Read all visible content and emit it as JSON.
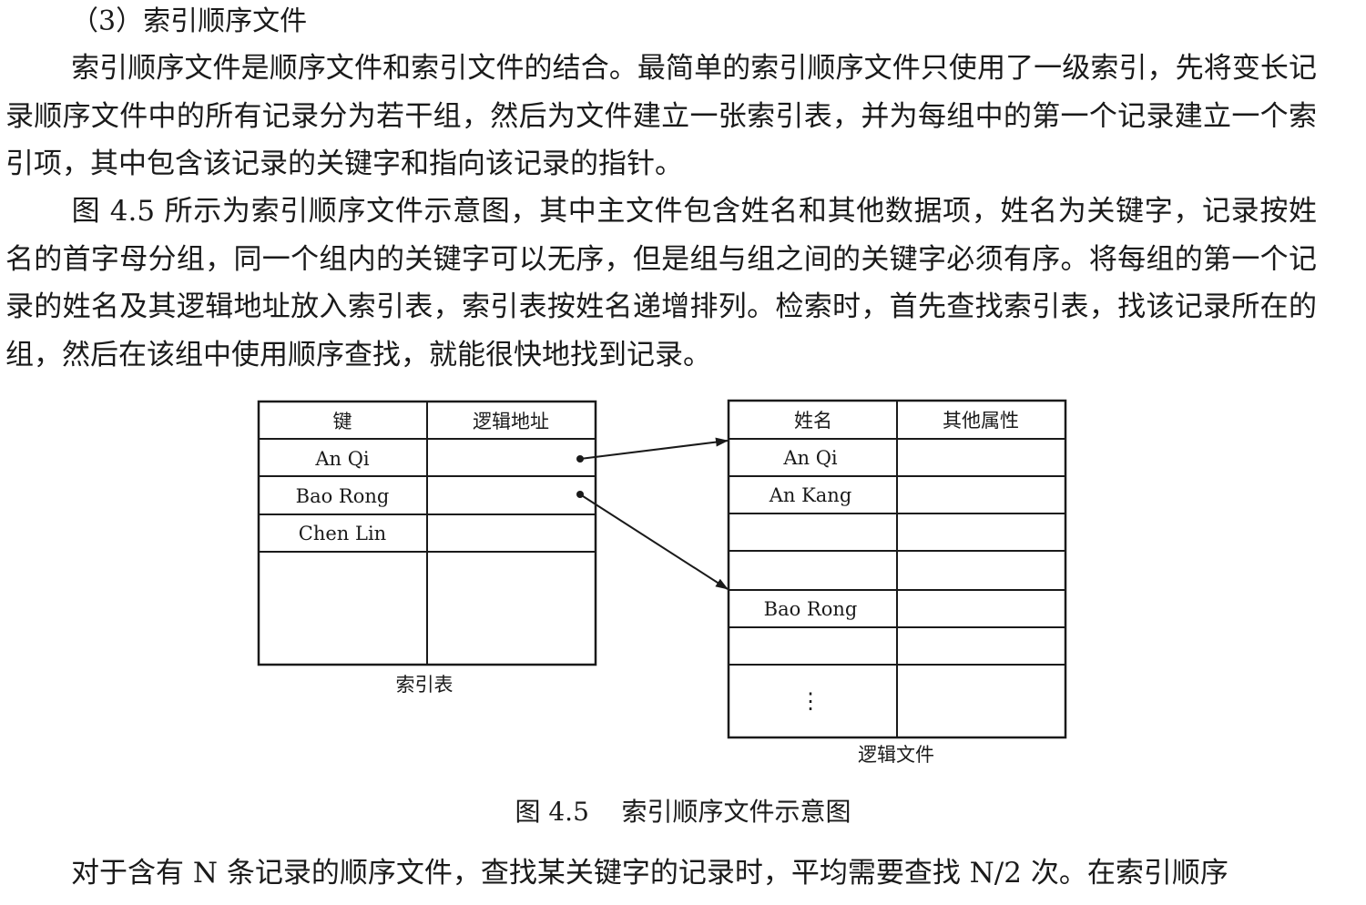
{
  "heading": "（3）索引顺序文件",
  "paragraphs": [
    "索引顺序文件是顺序文件和索引文件的结合。最简单的索引顺序文件只使用了一级索引，先将变长记录顺序文件中的所有记录分为若干组，然后为文件建立一张索引表，并为每组中的第一个记录建立一个索引项，其中包含该记录的关键字和指向该记录的指针。",
    "图 4.5 所示为索引顺序文件示意图，其中主文件包含姓名和其他数据项，姓名为关键字，记录按姓名的首字母分组，同一个组内的关键字可以无序，但是组与组之间的关键字必须有序。将每组的第一个记录的姓名及其逻辑地址放入索引表，索引表按姓名递增排列。检索时，首先查找索引表，找该记录所在的组，然后在该组中使用顺序查找，就能很快地找到记录。",
    "对于含有 N 条记录的顺序文件，查找某关键字的记录时，平均需要查找 N/2 次。在索引顺序"
  ],
  "figure": {
    "index_table": {
      "headers": [
        "键",
        "逻辑地址"
      ],
      "rows": [
        "An Qi",
        "Bao Rong",
        "Chen Lin"
      ],
      "label": "索引表"
    },
    "logical_file": {
      "headers": [
        "姓名",
        "其他属性"
      ],
      "rows": [
        "An Qi",
        "An Kang",
        "",
        "",
        "Bao Rong",
        "",
        "⋮"
      ],
      "label": "逻辑文件"
    },
    "caption": "图 4.5    索引顺序文件示意图"
  }
}
